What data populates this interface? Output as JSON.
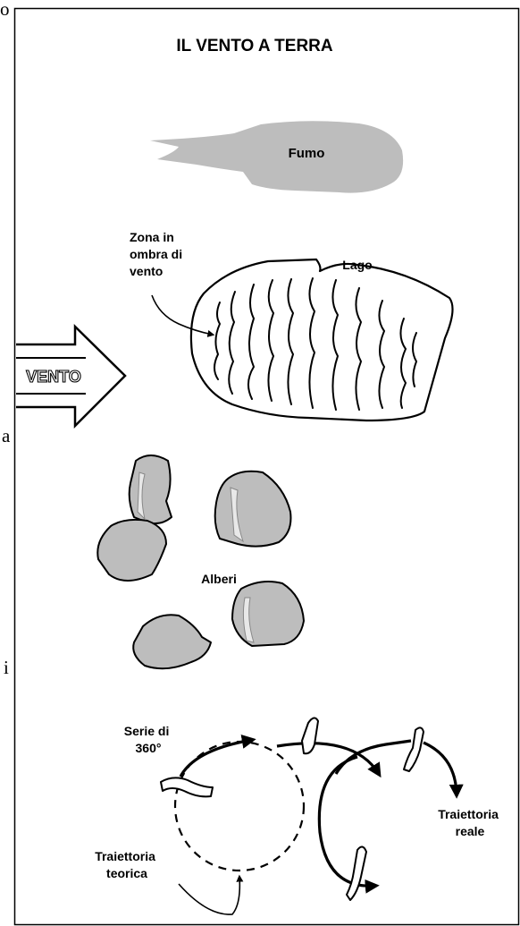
{
  "title": "IL VENTO A TERRA",
  "smoke_label": "Fumo",
  "shadow_zone_label": [
    "Zona in",
    "ombra di",
    "vento"
  ],
  "lake_label": "Lago",
  "wind_label": "VENTO",
  "trees_label": "Alberi",
  "turns_label": [
    "Serie di",
    "360°"
  ],
  "real_path_label": [
    "Traiettoria",
    "reale"
  ],
  "theoretical_path_label": [
    "Traiettoria",
    "teorica"
  ],
  "margin_chars": [
    "o",
    "a",
    "i"
  ],
  "colors": {
    "ink": "#000000",
    "fill": "#bdbdbd",
    "paper": "#ffffff"
  }
}
